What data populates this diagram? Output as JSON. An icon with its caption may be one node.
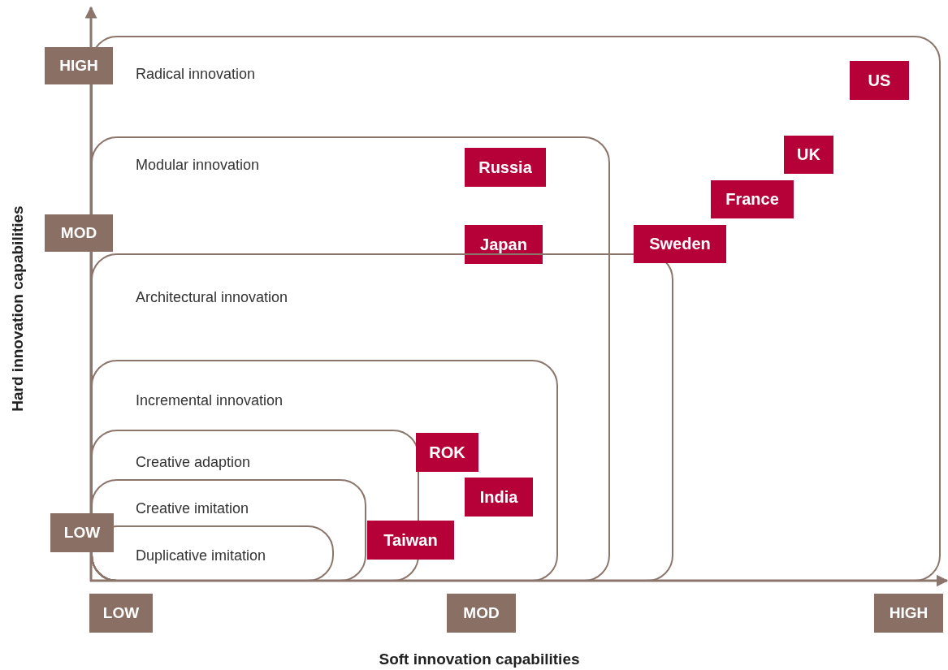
{
  "diagram": {
    "nodes": [
      {
        "text": [
          "Radical innovation"
        ]
      },
      {
        "text": [
          "Modular innovation"
        ],
        "in": 0
      },
      {
        "text": [
          "Architectural innovation"
        ],
        "in": 0
      },
      {
        "text": [
          "Incremental innovation"
        ],
        "in": 2
      },
      {
        "text": [
          "Creative adaption"
        ],
        "in": 3
      },
      {
        "text": [
          "Creative imitation"
        ],
        "in": 4
      },
      {
        "text": [
          "Duplicative imitation"
        ],
        "in": 5
      },
      {
        "text": [
          "US"
        ],
        "in": 0
      },
      {
        "text": [
          "Russia"
        ],
        "in": 1
      },
      {
        "text": [
          "UK"
        ],
        "in": 0
      },
      {
        "text": [
          "France"
        ],
        "in": 0
      },
      {
        "text": [
          "Japan"
        ],
        "in": 1
      },
      {
        "text": [
          "Sweden"
        ],
        "in": 0
      },
      {
        "text": [
          "ROK"
        ],
        "in": 3
      },
      {
        "text": [
          "India"
        ],
        "in": 3
      },
      {
        "text": [
          "Taiwan"
        ],
        "in": 3
      }
    ],
    "edges": [],
    "labels": [
      "HIGH",
      "MOD",
      "LOW",
      "LOW",
      "MOD",
      "HIGH",
      "Hard innovation capabilities",
      "Soft innovation capabilities"
    ]
  }
}
